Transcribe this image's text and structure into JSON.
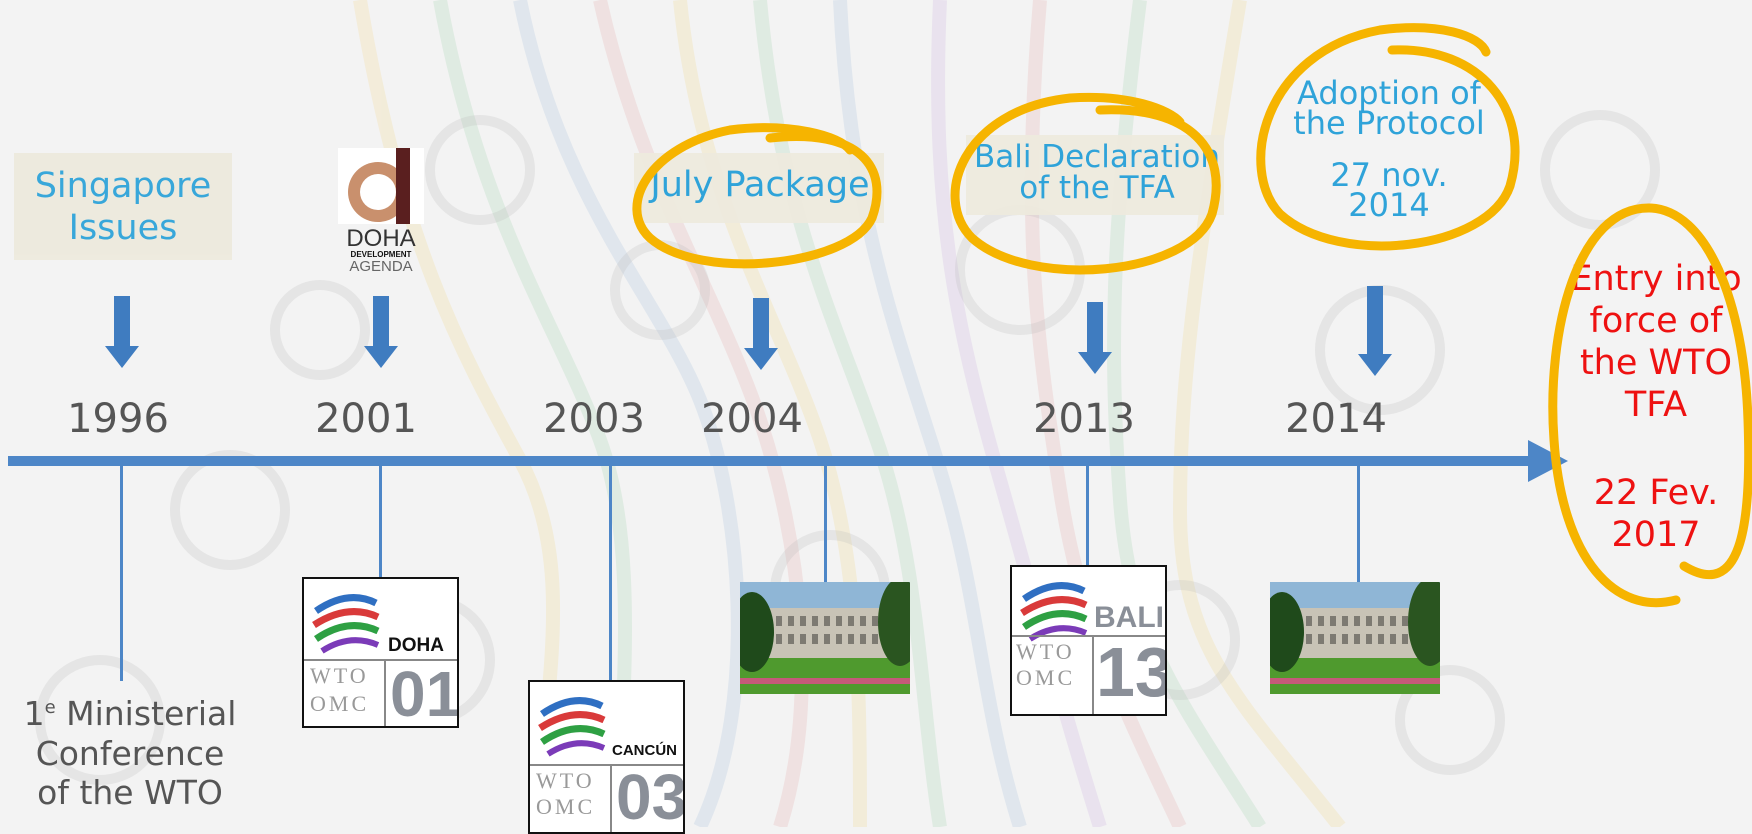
{
  "events": {
    "singapore": {
      "title": "Singapore Issues",
      "year": "1996"
    },
    "doha": {
      "year": "2001",
      "logo_lines": [
        "DOHA",
        "DEVELOPMENT",
        "AGENDA"
      ],
      "badge_city": "DOHA",
      "badge_num": "01"
    },
    "cancun": {
      "year": "2003",
      "badge_city": "CANCÚN",
      "badge_num": "03"
    },
    "july": {
      "title": "July Package",
      "year": "2004"
    },
    "bali": {
      "title_line1": "Bali Declaration",
      "title_line2": "of the TFA",
      "year": "2013",
      "badge_city": "BALI",
      "badge_num": "13"
    },
    "protocol": {
      "title_line1": "Adoption of",
      "title_line2": "the Protocol",
      "date_line1": "27 nov.",
      "date_line2": "2014",
      "year": "2014"
    },
    "entry": {
      "line1": "Entry into",
      "line2": "force of",
      "line3": "the WTO",
      "line4": "TFA",
      "date_line1": "22 Fev.",
      "date_line2": "2017"
    }
  },
  "ministerial": {
    "line1_num": "1",
    "line1_sup": "e",
    "line1_rest": " Ministerial",
    "line2": "Conference",
    "line3": "of the WTO"
  },
  "wto_text": {
    "top": "WTO",
    "bottom": "OMC"
  },
  "colors": {
    "timeline": "#4d86c7",
    "label_blue": "#2fa3d9",
    "highlight": "#f6b400",
    "entry_red": "#ee1111"
  }
}
